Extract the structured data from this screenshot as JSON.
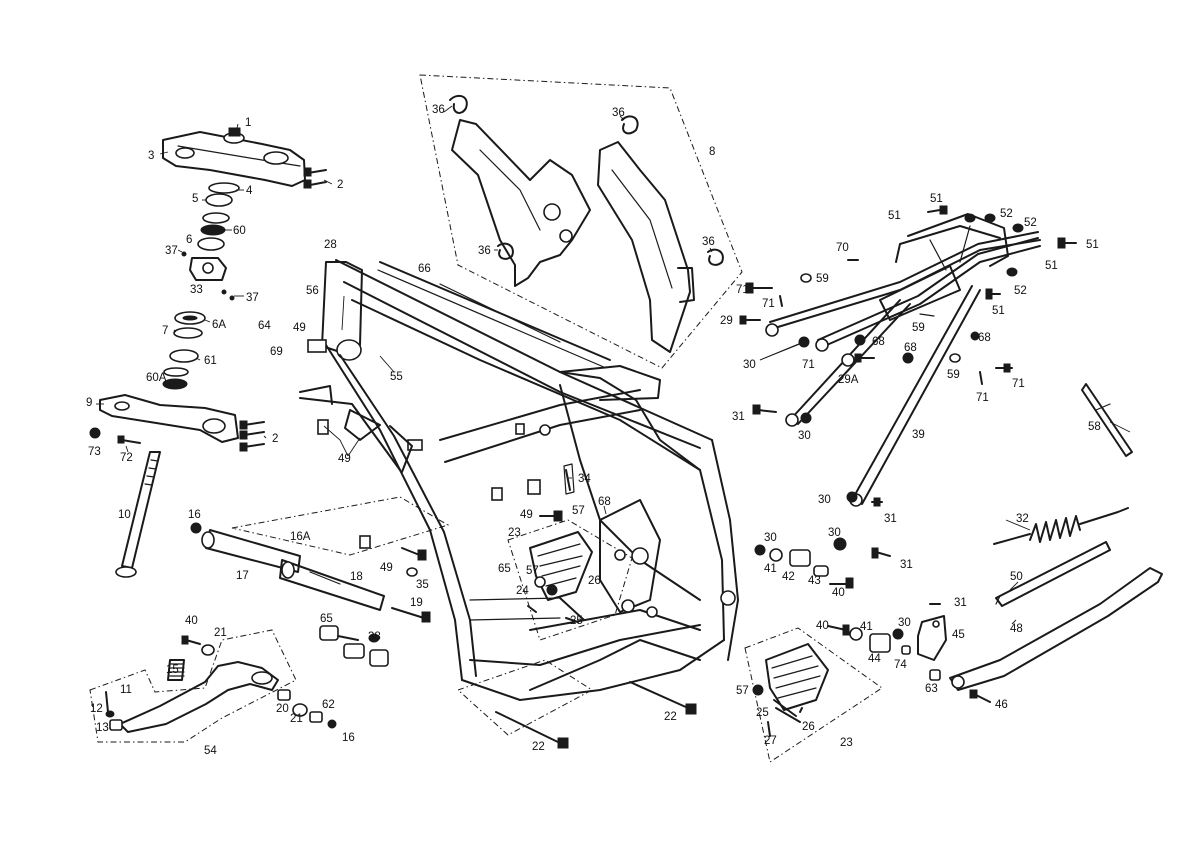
{
  "callouts": [
    "1",
    "2",
    "2",
    "3",
    "4",
    "5",
    "60",
    "6",
    "37",
    "33",
    "37",
    "6A",
    "7",
    "61",
    "60A",
    "64",
    "69",
    "49",
    "9",
    "73",
    "72",
    "2",
    "10",
    "16",
    "16A",
    "17",
    "18",
    "19",
    "35",
    "49",
    "49",
    "28",
    "66",
    "56",
    "55",
    "36",
    "36",
    "36",
    "36",
    "8",
    "34",
    "49",
    "57",
    "68",
    "23",
    "65",
    "57",
    "24",
    "26",
    "25",
    "40",
    "21",
    "15",
    "11",
    "12",
    "13",
    "54",
    "20",
    "21",
    "62",
    "16",
    "65",
    "38",
    "22",
    "22",
    "51",
    "51",
    "52",
    "52",
    "51",
    "51",
    "70",
    "71",
    "59",
    "71",
    "52",
    "51",
    "29",
    "59",
    "68",
    "68",
    "30",
    "71",
    "29A",
    "68",
    "59",
    "71",
    "71",
    "31",
    "30",
    "39",
    "58",
    "30",
    "31",
    "30",
    "41",
    "42",
    "43",
    "30",
    "31",
    "40",
    "32",
    "50",
    "31",
    "30",
    "45",
    "40",
    "41",
    "44",
    "74",
    "63",
    "48",
    "46",
    "57",
    "25",
    "27",
    "26",
    "23"
  ]
}
